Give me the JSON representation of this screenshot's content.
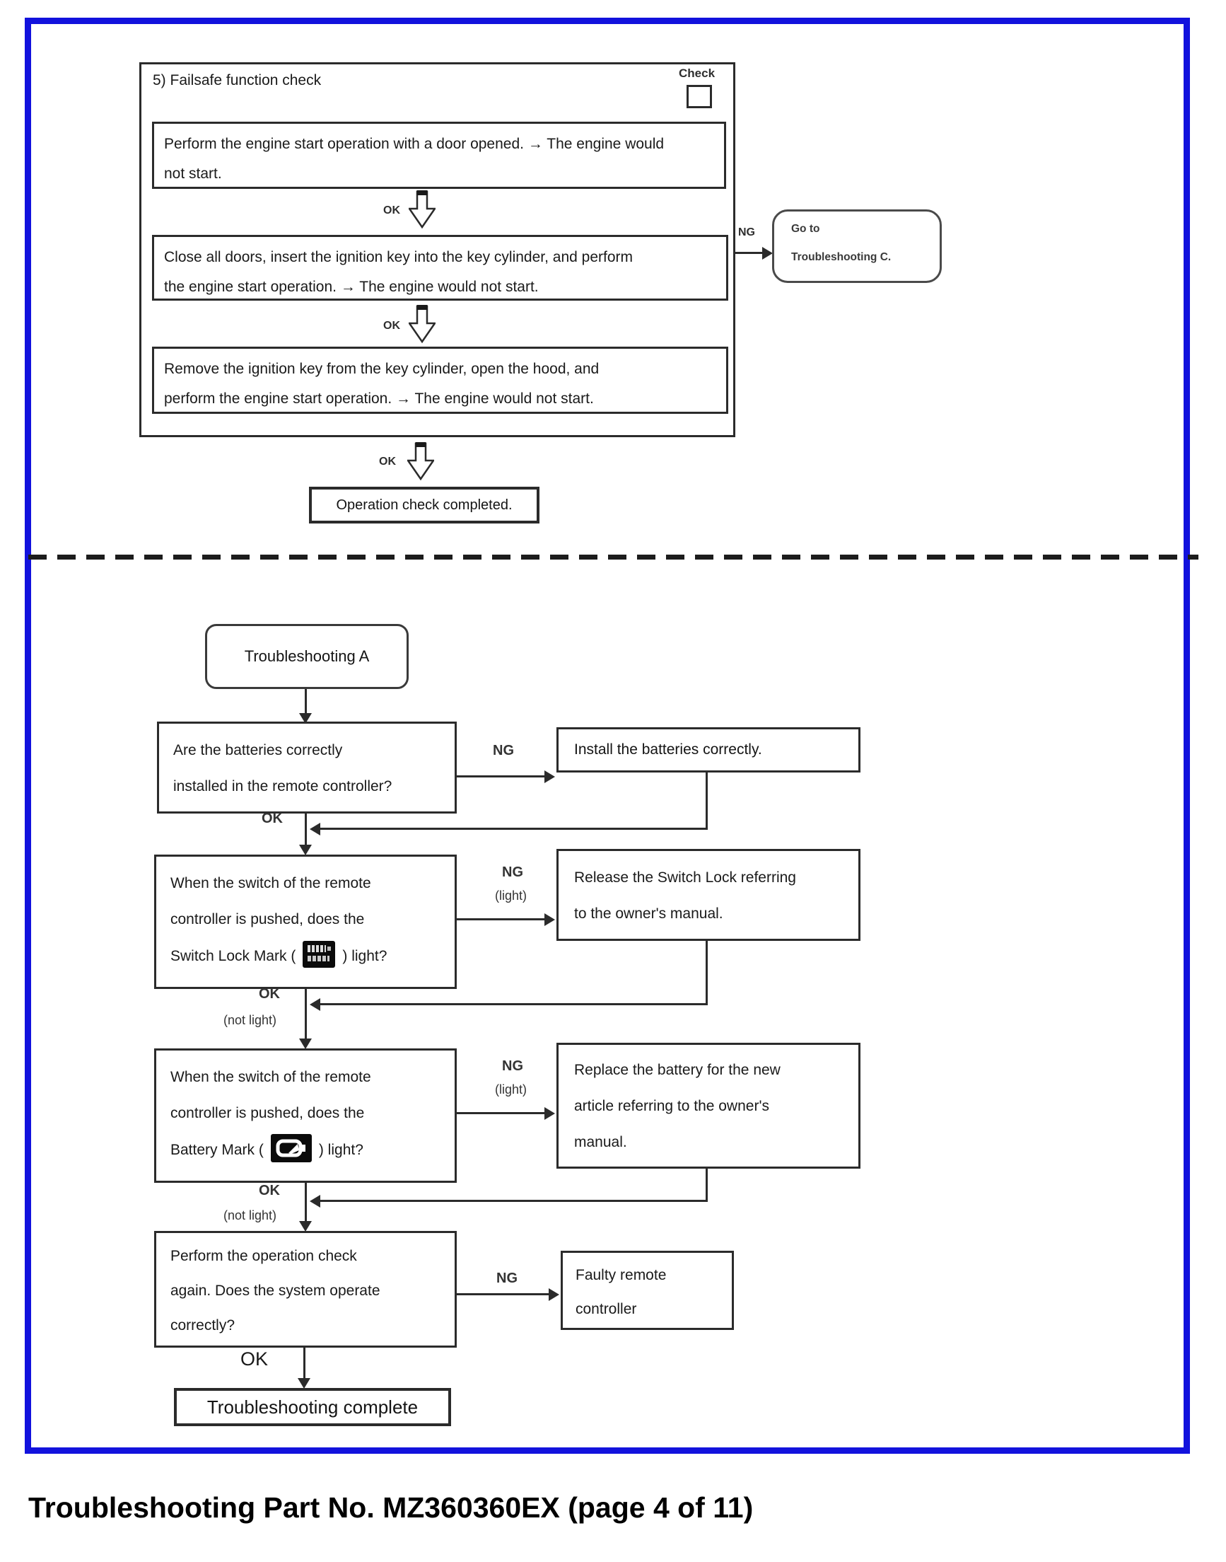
{
  "caption": "Troubleshooting Part No. MZ360360EX (page 4 of 11)",
  "labels": {
    "ok": "OK",
    "ng": "NG",
    "light": "(light)",
    "not_light": "(not light)",
    "check": "Check"
  },
  "failsafe": {
    "title": "5) Failsafe function check",
    "step1": "Perform the engine start operation with a door opened. → The engine would\nnot start.",
    "step2": "Close all doors, insert the ignition key into the key cylinder, and perform\nthe engine start operation. → The engine would not start.",
    "step3": "Remove the ignition key from the key cylinder, open the hood, and\nperform the engine start operation. → The engine would not start.",
    "goto_line1": "Go to",
    "goto_line2": "Troubleshooting C.",
    "complete": "Operation check completed."
  },
  "flow": {
    "start": "Troubleshooting A",
    "q1": "Are the batteries correctly\ninstalled in the remote controller?",
    "a1": "Install the batteries correctly.",
    "q2_lines": "When the switch of the remote\ncontroller is pushed, does the",
    "q2_pre": "Switch Lock Mark (",
    "q2_post": ") light?",
    "a2": "Release the Switch Lock referring\nto the owner's manual.",
    "q3_lines": "When the switch of the remote\ncontroller is pushed, does the",
    "q3_pre": "Battery Mark (",
    "q3_post": ") light?",
    "a3": "Replace the battery for the new\narticle referring to the owner's\nmanual.",
    "q4": "Perform the operation check\nagain. Does the system operate\ncorrectly?",
    "a4": "Faulty remote\ncontroller",
    "complete": "Troubleshooting complete"
  },
  "icons": {
    "switch_lock": "switch-lock-mark-icon",
    "battery": "battery-mark-icon",
    "ok_arrow": "ok-block-arrow-icon"
  },
  "colors": {
    "page_border": "#1212dd",
    "line": "#2b2b2b",
    "text": "#141414"
  }
}
